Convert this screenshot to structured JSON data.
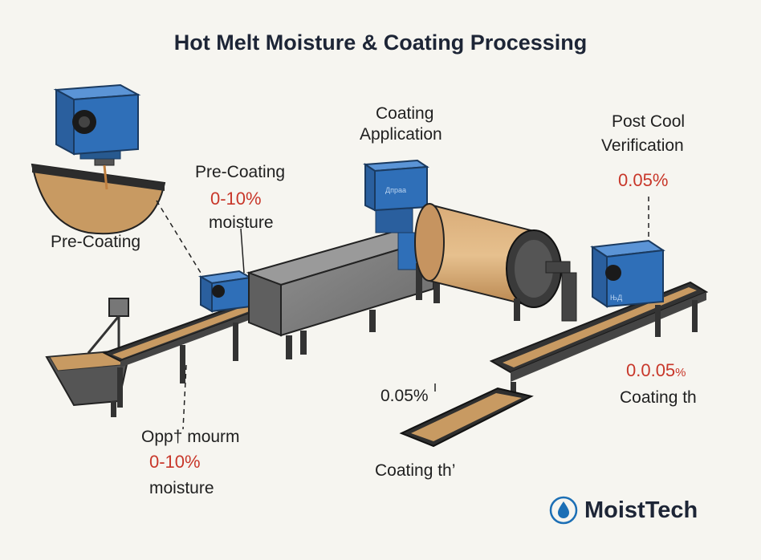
{
  "title": "Hot Melt Moisture & Coating Processing",
  "labels": {
    "inset": "Pre-Coating",
    "precoat_stage": "Pre-Coating",
    "precoat_value": "0-10%",
    "precoat_unit": "moisture",
    "coating_app_line1": "Coating",
    "coating_app_line2": "Application",
    "post_cool_line1": "Post Cool",
    "post_cool_line2": "Verification",
    "post_cool_value": "0.05%",
    "mid_value": "0.05%",
    "mid_label": "Coating th’",
    "right_value": "0.0.05",
    "right_value_unit": "%",
    "right_label": "Coating th",
    "bottom_left_name": "Opp† mourm",
    "bottom_left_value": "0-10%",
    "bottom_left_unit": "moisture"
  },
  "device_labels": {
    "coating_sensor": "Дпраа",
    "post_sensor": "ЊД"
  },
  "brand": {
    "name": "MoistTech",
    "icon": "water-drop-icon",
    "color": "#1c6fb5"
  },
  "colors": {
    "sensor_blue": "#2f6fb8",
    "highlight_red": "#c8372a",
    "product_tan": "#cfa06a"
  }
}
